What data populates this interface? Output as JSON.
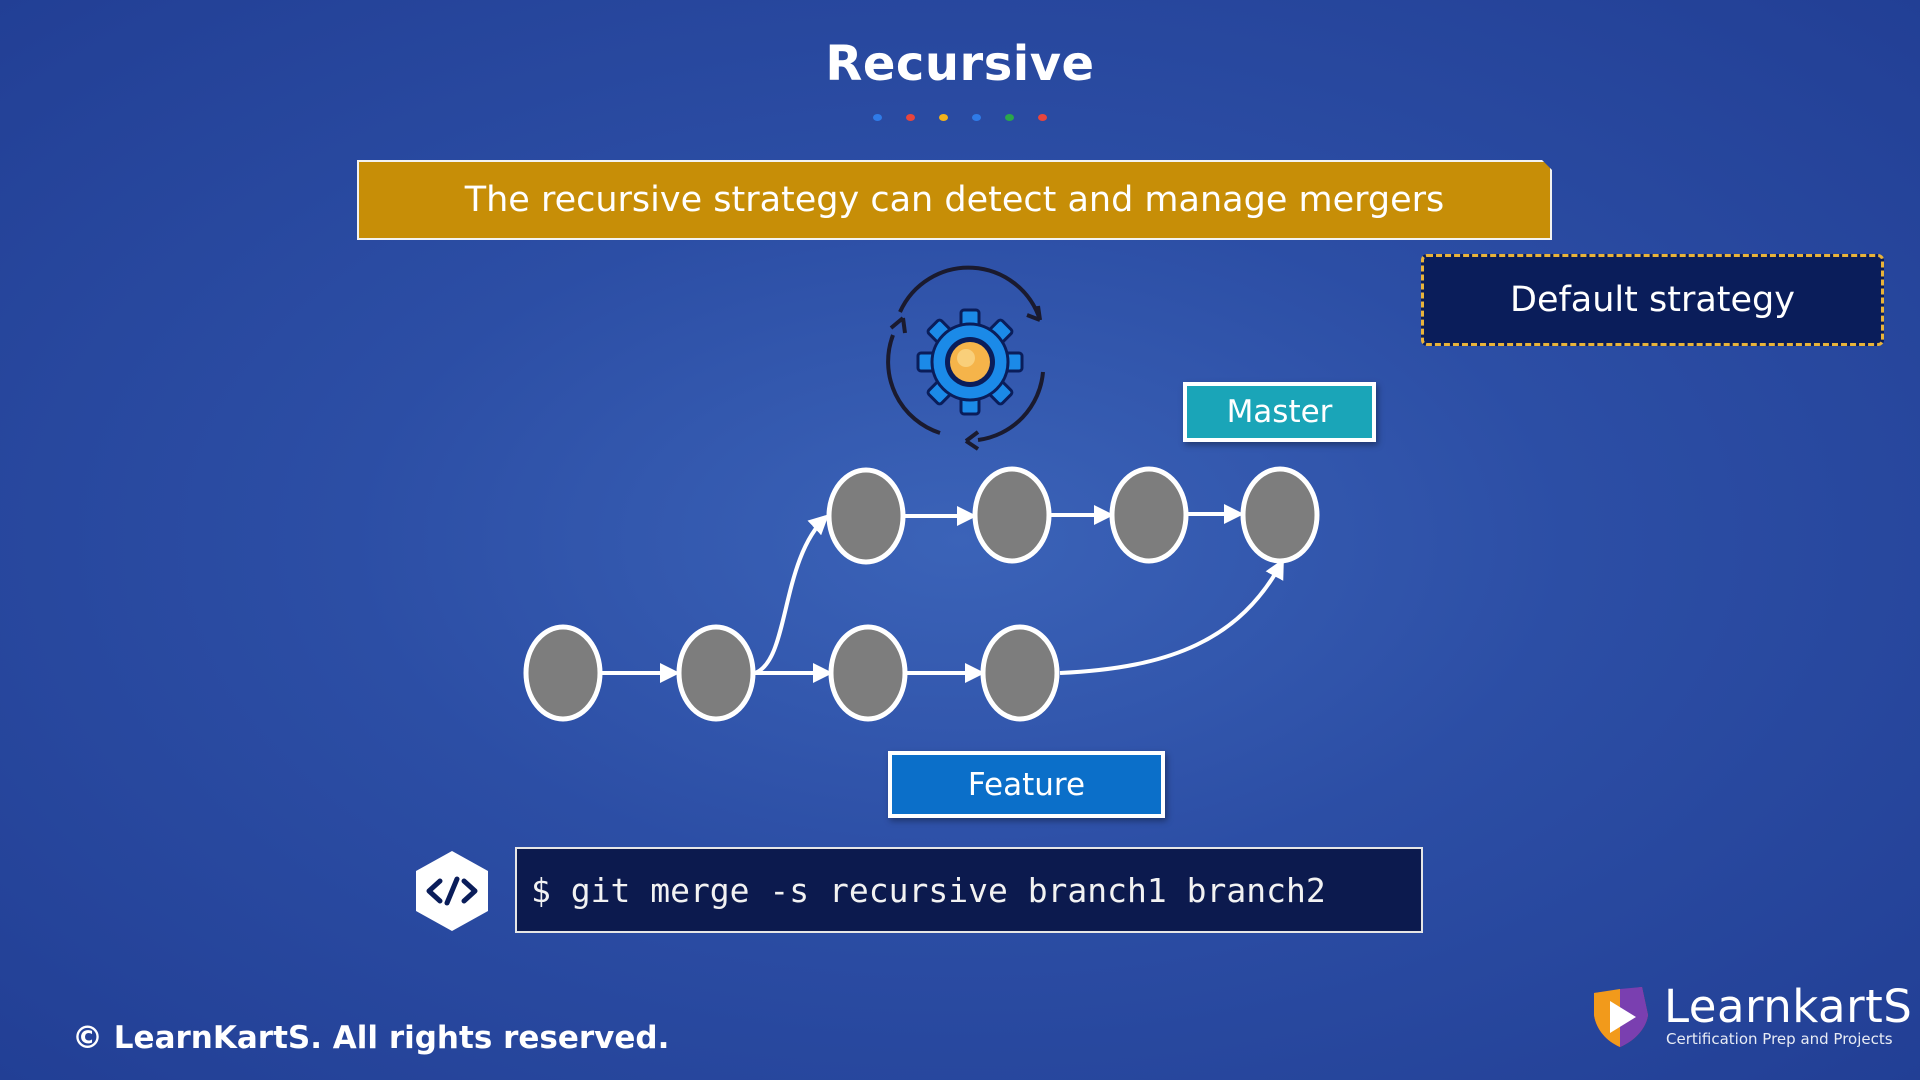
{
  "title": "Recursive",
  "dots": [
    "#2f7be8",
    "#e8453c",
    "#f2b21b",
    "#2f7be8",
    "#2aa74a",
    "#e8453c"
  ],
  "banner": {
    "text": "The recursive strategy can detect and manage mergers",
    "color": "#c78e07"
  },
  "default_strategy": {
    "text": "Default strategy"
  },
  "branches": {
    "master": "Master",
    "feature": "Feature"
  },
  "command": "$ git merge -s recursive branch1 branch2",
  "copyright": "© LearnKartS. All rights reserved.",
  "logo": {
    "name": "LearnkartS",
    "tagline": "Certification Prep and Projects"
  },
  "icons": [
    "gear-cycle-icon",
    "code-icon",
    "learnkarts-logo-icon"
  ],
  "colors": {
    "commit_fill": "#7d7d7d",
    "commit_stroke": "#ffffff",
    "master": "#1aa5b8",
    "feature": "#0b6fc9"
  }
}
